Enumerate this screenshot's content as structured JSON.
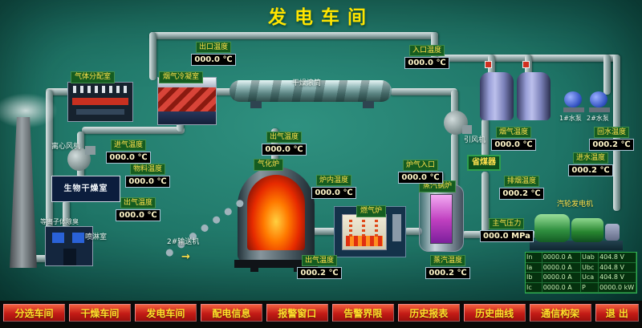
{
  "title": "发电车间",
  "menu": {
    "items": [
      "分选车间",
      "干燥车间",
      "发电车间",
      "配电信息",
      "报警窗口",
      "告警界限",
      "历史报表",
      "历史曲线",
      "通信构架",
      "退  出"
    ]
  },
  "equipment": {
    "gas_dist_room": "气体分配室",
    "condenser": "烟气冷凝室",
    "drum": "干燥滚筒",
    "centrifugal_fan": "离心风机",
    "bio_dry_room": "生物干燥室",
    "plasma_deodor": "等离子体除臭",
    "spray_room": "喷淋室",
    "conveyor": "2#输送机",
    "gasifier": "气化炉",
    "gas_furnace": "燃气炉",
    "steam_boiler": "蒸汽锅炉",
    "economizer": "省煤器",
    "induced_fan": "引风机",
    "pump1": "1#水泵",
    "pump2": "2#水泵",
    "turbine_gen": "汽轮发电机",
    "flow_arrow": "→"
  },
  "displays": [
    {
      "label": "出口温度",
      "value": "000.0 ℃"
    },
    {
      "label": "入口温度",
      "value": "000.0 ℃"
    },
    {
      "label": "进气温度",
      "value": "000.0 ℃"
    },
    {
      "label": "物料温度",
      "value": "000.0 ℃"
    },
    {
      "label": "出气温度",
      "value": "000.0 ℃"
    },
    {
      "label": "出气温度",
      "value": "000.0 ℃"
    },
    {
      "label": "炉内温度",
      "value": "000.0 ℃"
    },
    {
      "label": "炉气入口",
      "value": "000.0 ℃"
    },
    {
      "label": "出气温度",
      "value": "000.2 ℃"
    },
    {
      "label": "蒸汽温度",
      "value": "000.2 ℃"
    },
    {
      "label": "烟气温度",
      "value": "000.0 ℃"
    },
    {
      "label": "排烟温度",
      "value": "000.2 ℃"
    },
    {
      "label": "进水温度",
      "value": "000.2 ℃"
    },
    {
      "label": "回水温度",
      "value": "000.2 ℃"
    },
    {
      "label": "主气压力",
      "value": "000.0 MPa"
    }
  ],
  "gen_table": {
    "rows": [
      [
        "In",
        "0000.0 A",
        "Uab",
        "404.8 V"
      ],
      [
        "Ia",
        "0000.0 A",
        "Ubc",
        "404.8 V"
      ],
      [
        "Ib",
        "0000.0 A",
        "Uca",
        "404.8 V"
      ],
      [
        "Ic",
        "0000.0 A",
        "P",
        "0000.0 kW"
      ]
    ]
  }
}
